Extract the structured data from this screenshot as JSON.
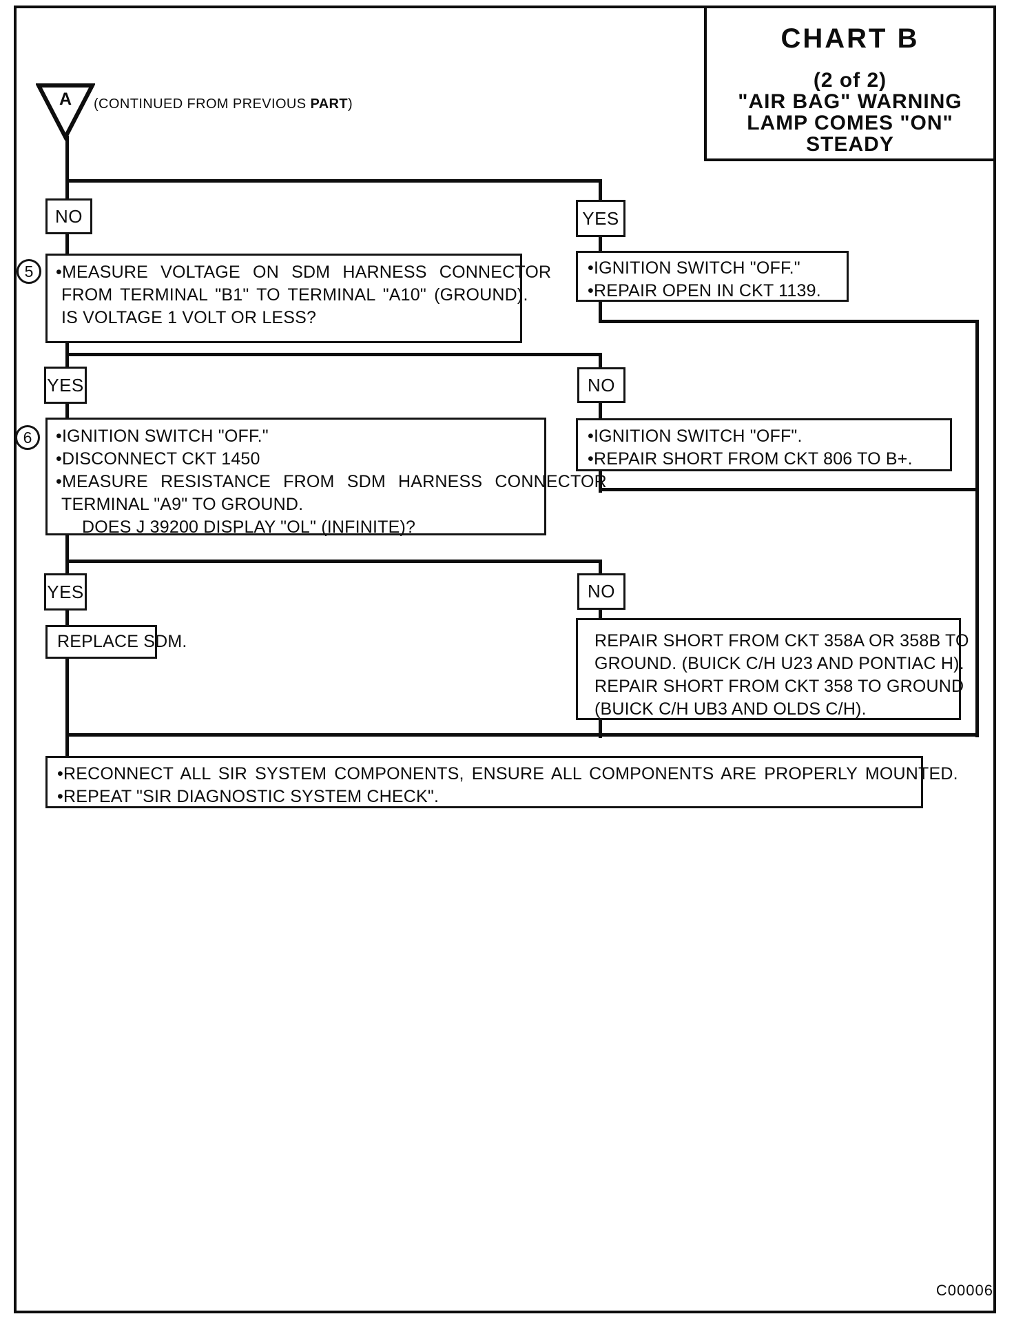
{
  "title": {
    "chart": "CHART B",
    "part": "(2 of 2)",
    "warn1": "\"AIR BAG\" WARNING",
    "warn2": "LAMP COMES \"ON\"",
    "warn3": "STEADY"
  },
  "continued": {
    "triangle_label": "A",
    "prefix": "(CONTINUED FROM PREVIOUS ",
    "emphasis": "PART",
    "suffix": ")"
  },
  "row1": {
    "no": "NO",
    "yes": "YES",
    "step": "5",
    "q_l1": "•MEASURE VOLTAGE ON SDM HARNESS CONNECTOR",
    "q_l2": "FROM TERMINAL \"B1\" TO TERMINAL \"A10\" (GROUND).",
    "q_l3": "IS VOLTAGE 1 VOLT OR LESS?",
    "a_l1": "•IGNITION SWITCH \"OFF.\"",
    "a_l2": "•REPAIR OPEN IN CKT 1139."
  },
  "row2": {
    "yes": "YES",
    "no": "NO",
    "step": "6",
    "q_l1": "•IGNITION SWITCH \"OFF.\"",
    "q_l2": "•DISCONNECT CKT 1450",
    "q_l3": "•MEASURE RESISTANCE FROM SDM HARNESS CONNECTOR",
    "q_l4": "TERMINAL \"A9\" TO GROUND.",
    "q_l5": "DOES J 39200 DISPLAY \"OL\" (INFINITE)?",
    "a_l1": "•IGNITION SWITCH \"OFF\".",
    "a_l2": "•REPAIR SHORT FROM CKT 806 TO B+."
  },
  "row3": {
    "yes": "YES",
    "no": "NO",
    "replace": "REPLACE SDM.",
    "a_l1": "REPAIR SHORT FROM CKT 358A OR 358B TO",
    "a_l2": "GROUND. (BUICK C/H U23 AND PONTIAC H).",
    "a_l3": "REPAIR SHORT FROM CKT 358 TO GROUND",
    "a_l4": "(BUICK C/H UB3 AND OLDS C/H)."
  },
  "final": {
    "l1": "•RECONNECT ALL SIR SYSTEM COMPONENTS, ENSURE ALL COMPONENTS ARE PROPERLY MOUNTED.",
    "l2": "•REPEAT \"SIR DIAGNOSTIC SYSTEM CHECK\"."
  },
  "footer": {
    "code": "C00006"
  }
}
